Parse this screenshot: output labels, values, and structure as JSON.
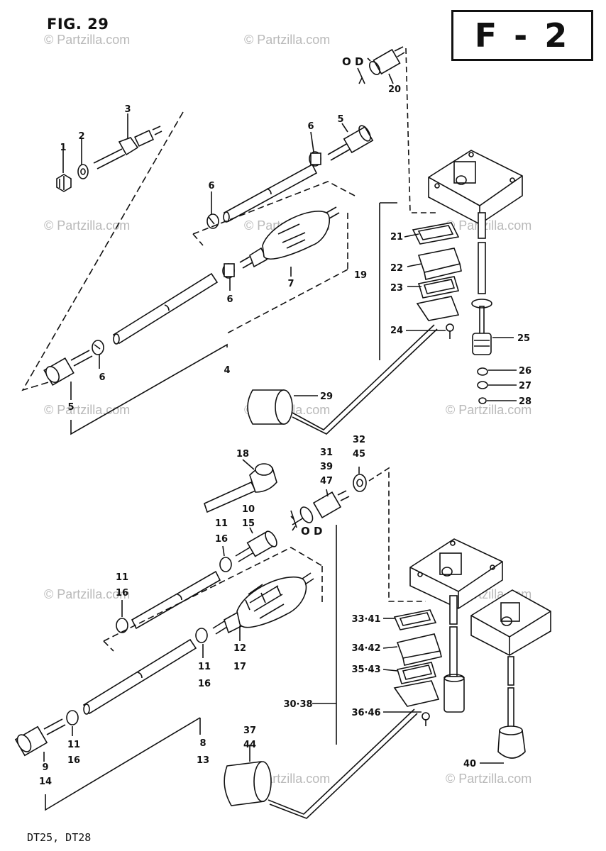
{
  "figure": "FIG. 29",
  "section": "F - 2",
  "models": "DT25, DT28",
  "od_top": "O D",
  "od_bottom": "O D",
  "watermark": "© Partzilla.com",
  "callouts": {
    "c1": "1",
    "c2": "2",
    "c3": "3",
    "c4": "4",
    "c5a": "5",
    "c5b": "5",
    "c6a": "6",
    "c6b": "6",
    "c6c": "6",
    "c6d": "6",
    "c7": "7",
    "c19": "19",
    "c20": "20",
    "c21": "21",
    "c22": "22",
    "c23": "23",
    "c24": "24",
    "c25": "25",
    "c26": "26",
    "c27": "27",
    "c28": "28",
    "c29": "29",
    "c18": "18",
    "c31": "31",
    "c39": "39",
    "c47": "47",
    "c32": "32",
    "c45": "45",
    "c10": "10",
    "c15": "15",
    "c11a": "11",
    "c16a": "16",
    "c11b": "11",
    "c16b": "16",
    "c11c": "11",
    "c16c": "16",
    "c11d": "11",
    "c16d": "16",
    "c12": "12",
    "c17": "17",
    "c8": "8",
    "c13": "13",
    "c9": "9",
    "c14": "14",
    "c37": "37",
    "c44": "44",
    "c30_38": "30·38",
    "c33_41": "33·41",
    "c34_42": "34·42",
    "c35_43": "35·43",
    "c36_46": "36·46",
    "c40": "40"
  }
}
